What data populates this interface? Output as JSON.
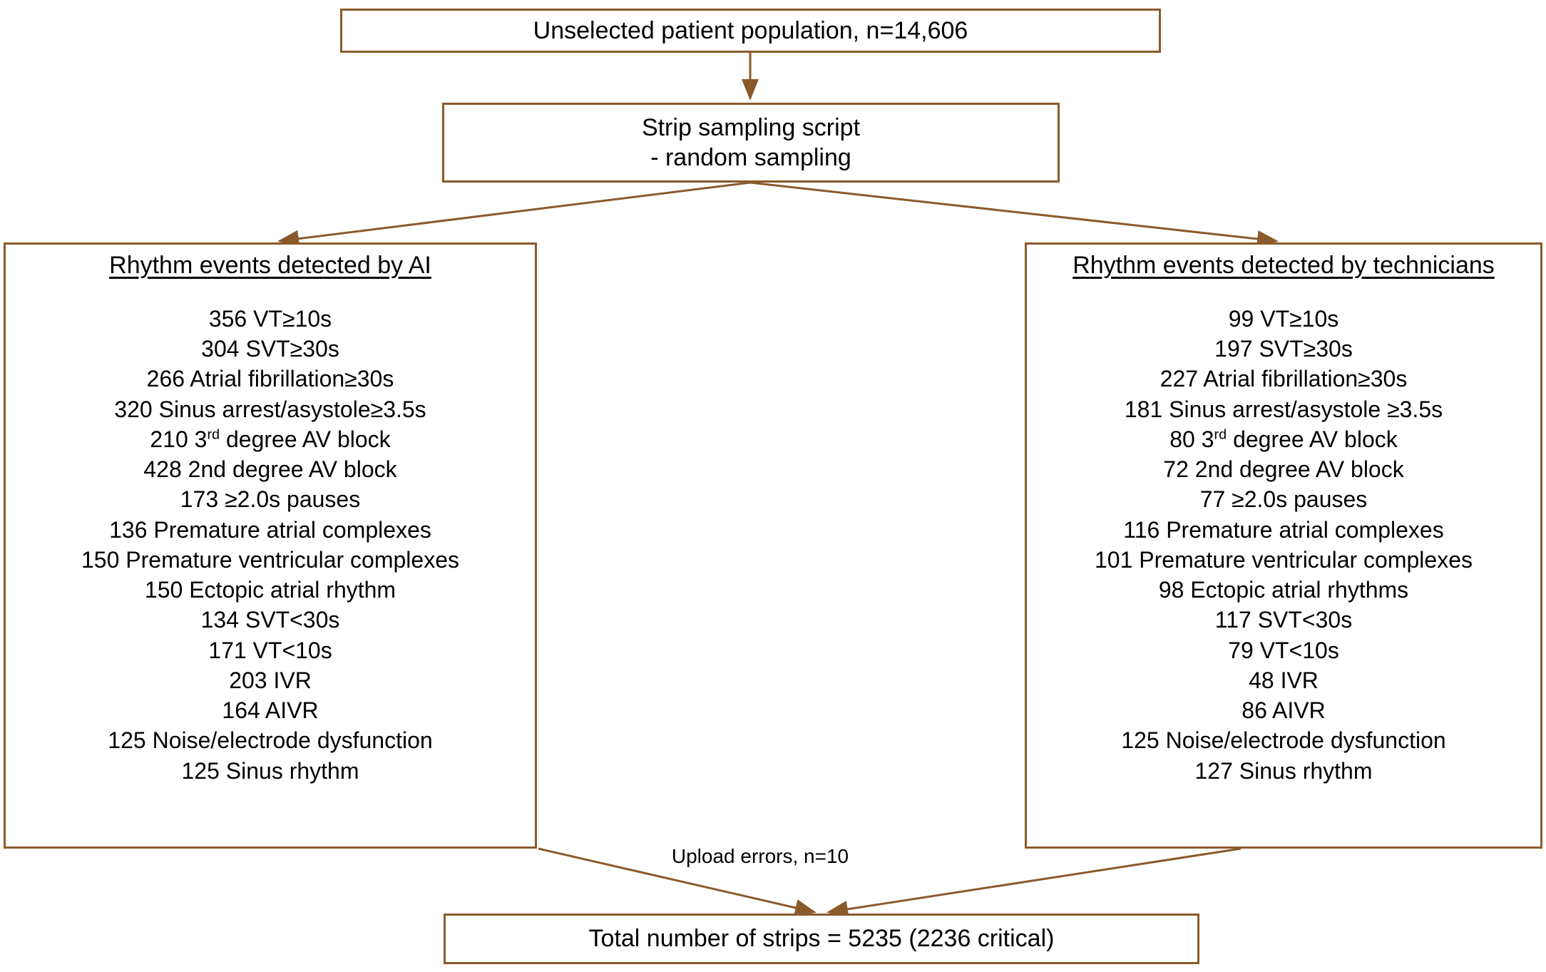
{
  "diagram": {
    "title": "Rhythm event strip sampling flowchart",
    "accent_color": "#8B5A2B",
    "text_color": "#000000",
    "background_color": "#FFFFFF"
  },
  "nodes": {
    "top": {
      "label": "Unselected patient population, n=14,606"
    },
    "middle": {
      "line1": "Strip sampling script",
      "line2": "- random sampling"
    },
    "left_panel": {
      "title": "Rhythm events detected by AI",
      "items": [
        {
          "count": "356",
          "label": "VT≥10s"
        },
        {
          "count": "304",
          "label": "SVT≥30s"
        },
        {
          "count": "266",
          "label": "Atrial fibrillation≥30s"
        },
        {
          "count": "320",
          "label": "Sinus arrest/asystole≥3.5s"
        },
        {
          "count": "210",
          "label": "3rd degree AV block",
          "sup_base": "3",
          "sup": "rd",
          "sup_rest": " degree AV block"
        },
        {
          "count": "428",
          "label": "2nd degree AV block"
        },
        {
          "count": "173",
          "label": "≥2.0s pauses"
        },
        {
          "count": "136",
          "label": "Premature atrial complexes"
        },
        {
          "count": "150",
          "label": "Premature ventricular complexes"
        },
        {
          "count": "150",
          "label": "Ectopic atrial rhythm"
        },
        {
          "count": "134",
          "label": "SVT<30s"
        },
        {
          "count": "171",
          "label": "VT<10s"
        },
        {
          "count": "203",
          "label": "IVR"
        },
        {
          "count": "164",
          "label": "AIVR"
        },
        {
          "count": "125",
          "label": "Noise/electrode dysfunction"
        },
        {
          "count": "125",
          "label": "Sinus rhythm"
        }
      ],
      "lines": [
        "356 VT≥10s",
        "304 SVT≥30s",
        "266 Atrial fibrillation≥30s",
        "320 Sinus arrest/asystole≥3.5s",
        "210 3rd degree AV block",
        "428 2nd degree AV block",
        "173 ≥2.0s pauses",
        "136 Premature atrial complexes",
        "150 Premature ventricular complexes",
        "150 Ectopic atrial rhythm",
        "134 SVT<30s",
        "171 VT<10s",
        "203 IVR",
        "164 AIVR",
        "125 Noise/electrode dysfunction",
        "125 Sinus rhythm"
      ],
      "line5_prefix": "210 3",
      "line5_sup": "rd",
      "line5_suffix": " degree AV block"
    },
    "right_panel": {
      "title": "Rhythm events detected by technicians",
      "items": [
        {
          "count": "99",
          "label": "VT≥10s"
        },
        {
          "count": "197",
          "label": "SVT≥30s"
        },
        {
          "count": "227",
          "label": "Atrial fibrillation≥30s"
        },
        {
          "count": "181",
          "label": "Sinus arrest/asystole ≥3.5s"
        },
        {
          "count": "80",
          "label": "3rd degree AV block"
        },
        {
          "count": "72",
          "label": "2nd degree AV block"
        },
        {
          "count": "77",
          "label": "≥2.0s pauses"
        },
        {
          "count": "116",
          "label": "Premature atrial complexes"
        },
        {
          "count": "101",
          "label": "Premature ventricular complexes"
        },
        {
          "count": "98",
          "label": "Ectopic atrial rhythms"
        },
        {
          "count": "117",
          "label": "SVT<30s"
        },
        {
          "count": "79",
          "label": "VT<10s"
        },
        {
          "count": "48",
          "label": "IVR"
        },
        {
          "count": "86",
          "label": "AIVR"
        },
        {
          "count": "125",
          "label": "Noise/electrode dysfunction"
        },
        {
          "count": "127",
          "label": "Sinus rhythm"
        }
      ],
      "lines": [
        "99 VT≥10s",
        "197 SVT≥30s",
        "227 Atrial fibrillation≥30s",
        "181 Sinus arrest/asystole ≥3.5s",
        "80 3rd degree AV block",
        "72 2nd degree AV block",
        "77 ≥2.0s pauses",
        "116 Premature atrial complexes",
        "101 Premature ventricular complexes",
        "98 Ectopic atrial rhythms",
        "117 SVT<30s",
        "79 VT<10s",
        "48 IVR",
        "86 AIVR",
        "125 Noise/electrode dysfunction",
        "127 Sinus rhythm"
      ],
      "line5_prefix": "80 3",
      "line5_sup": "rd",
      "line5_suffix": " degree AV block"
    },
    "bottom": {
      "label": "Total number of strips = 5235 (2236 critical)"
    }
  },
  "edges": {
    "upload_errors_label": "Upload errors, n=10"
  }
}
